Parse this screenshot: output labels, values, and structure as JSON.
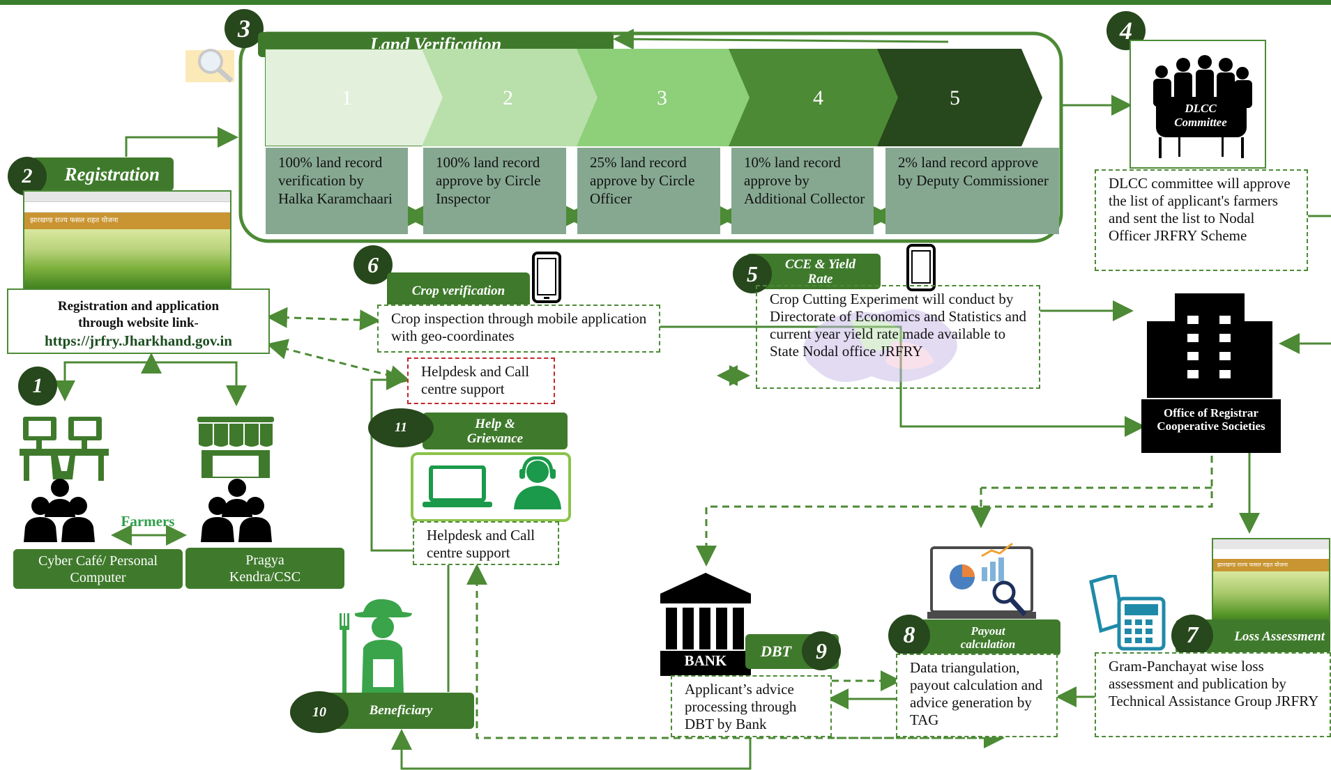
{
  "colors": {
    "dark_green": "#27471c",
    "green": "#3f7a2c",
    "mid_green": "#4c8a35",
    "cell_grey_green": "#86a891",
    "black": "#000000",
    "red_dashed": "#c1272d",
    "farmers_green": "#2ea04a"
  },
  "step3": {
    "number": "3",
    "title": "Land Verification",
    "chevrons": [
      "1",
      "2",
      "3",
      "4",
      "5"
    ],
    "cells": [
      "100% land record verification by Halka Karamchaari",
      "100% land record approve by Circle Inspector",
      "25% land record approve by Circle Officer",
      "10% land record approve by Additional Collector",
      "2% land record approve by Deputy Commissioner"
    ]
  },
  "step4": {
    "number": "4",
    "image_caption": "DLCC Committee",
    "text": "DLCC committee will approve the list of applicant's farmers and sent the list to Nodal Officer JRFRY Scheme"
  },
  "step2": {
    "number": "2",
    "label": "Registration",
    "site_banner": "झारखण्ड राज्य फसल राहत योजना",
    "text_line1": "Registration and application",
    "text_line2": "through website link-",
    "url": "https://jrfry.Jharkhand.gov.in"
  },
  "step1": {
    "number": "1",
    "farmers_label": "Farmers",
    "left_label": "Cyber Café/ Personal Computer",
    "right_label": "Pragya Kendra/CSC"
  },
  "step6": {
    "number": "6",
    "label": "Crop verification",
    "text": "Crop inspection through mobile application with geo-coordinates"
  },
  "helpdesk_red": {
    "text": "Helpdesk and Call centre support"
  },
  "step11": {
    "number": "11",
    "label": "Help & Grievance",
    "text": "Helpdesk and Call centre support"
  },
  "step5": {
    "number": "5",
    "label": "CCE & Yield Rate",
    "text": "Crop Cutting Experiment will conduct by Directorate of Economics and Statistics and current year yield rate made available to State Nodal office JRFRY"
  },
  "registrar": {
    "text": "Office of Registrar Cooperative Societies"
  },
  "step7": {
    "number": "7",
    "label": "Loss Assessment",
    "text": "Gram-Panchayat wise loss assessment and publication by Technical Assistance Group JRFRY"
  },
  "step8": {
    "number": "8",
    "label": "Payout calculation",
    "text": "Data triangulation, payout calculation and advice generation by TAG"
  },
  "step9": {
    "number": "9",
    "label": "DBT",
    "bank": "BANK",
    "text": "Applicant’s advice processing through DBT by Bank"
  },
  "step10": {
    "number": "10",
    "label": "Beneficiary"
  },
  "icons": [
    "magnifier-folder-icon",
    "meeting-table-icon",
    "office-building-icon",
    "mobile-phone-icon",
    "laptop-icon",
    "call-agent-icon",
    "computer-desk-icon",
    "shop-icon",
    "farmers-group-icon",
    "bank-building-icon",
    "analytics-monitor-icon",
    "calculator-icon",
    "farmer-icon"
  ]
}
